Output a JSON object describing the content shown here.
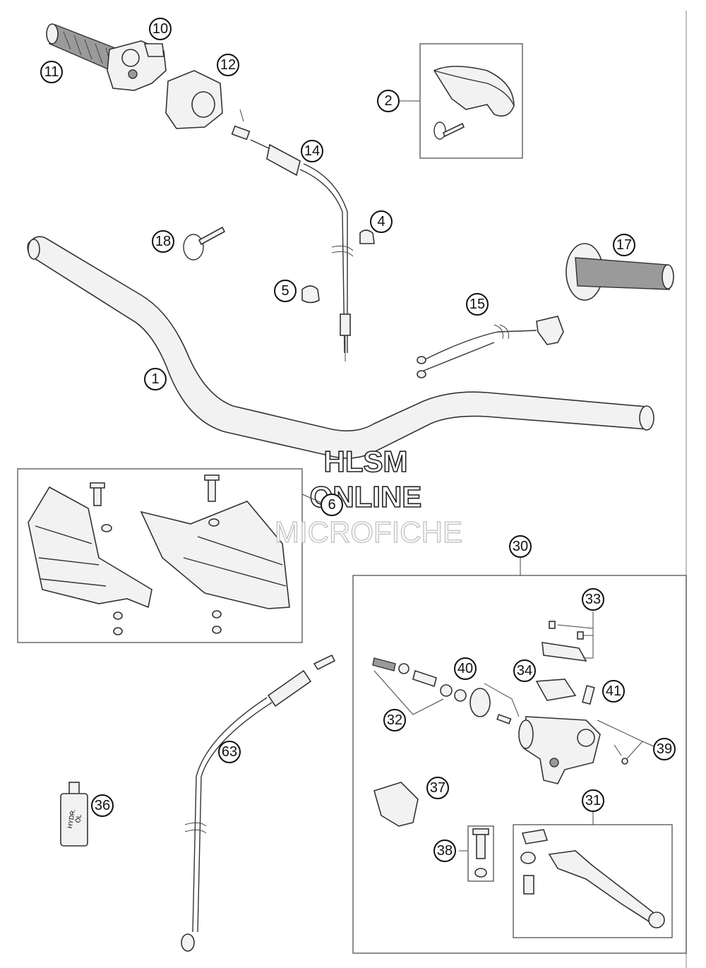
{
  "watermark": {
    "line1": "HLSM",
    "line2": "ONLINE",
    "line3": "MICROFICHE"
  },
  "callouts": {
    "c1": "1",
    "c2": "2",
    "c4": "4",
    "c5": "5",
    "c6": "6",
    "c10": "10",
    "c11": "11",
    "c12": "12",
    "c14": "14",
    "c15": "15",
    "c17": "17",
    "c18": "18",
    "c30": "30",
    "c31": "31",
    "c32": "32",
    "c33": "33",
    "c34": "34",
    "c36": "36",
    "c37": "37",
    "c38": "38",
    "c39": "39",
    "c40": "40",
    "c41": "41",
    "c63": "63"
  },
  "bottle_label": {
    "line1": "HYDR.",
    "line2": "ÖL"
  }
}
